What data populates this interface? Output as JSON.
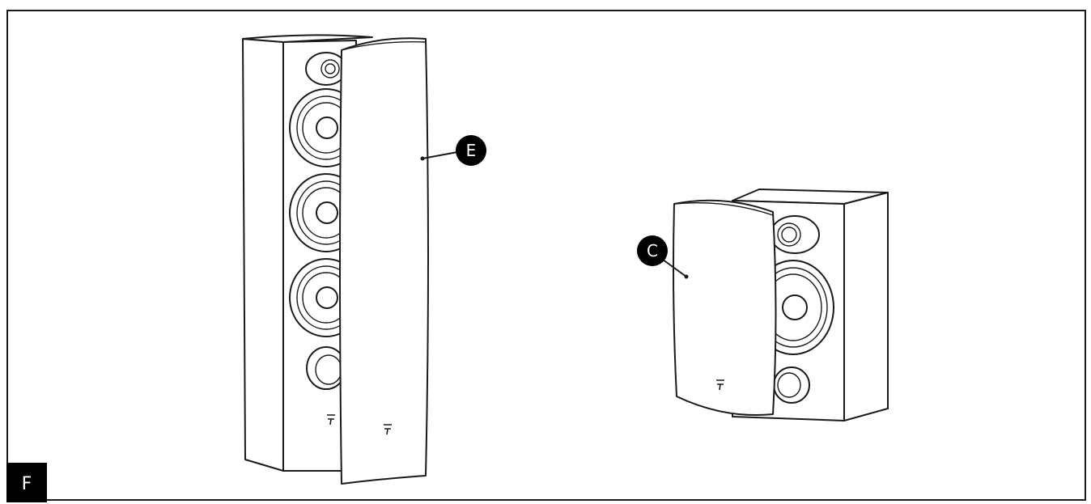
{
  "figure": {
    "label": "F",
    "callouts": [
      {
        "id": "tower-grille",
        "letter": "E"
      },
      {
        "id": "bookshelf-grille",
        "letter": "C"
      }
    ],
    "colors": {
      "line": "#1a1a1a",
      "callout_fill": "#000000",
      "background": "#ffffff"
    }
  }
}
